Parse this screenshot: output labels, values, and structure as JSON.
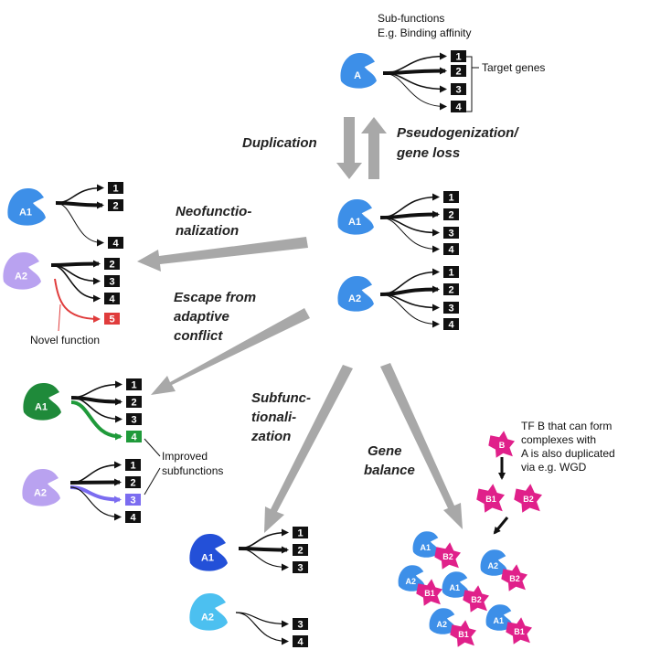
{
  "texts": {
    "subfunctions_line1": "Sub-functions",
    "subfunctions_line2": "E.g. Binding affinity",
    "target_genes": "Target genes",
    "duplication": "Duplication",
    "pseudo_line1": "Pseudogenization/",
    "pseudo_line2": "gene loss",
    "neo_line1": "Neofunctio-",
    "neo_line2": "nalization",
    "escape_line1": "Escape from",
    "escape_line2": "adaptive",
    "escape_line3": "conflict",
    "novel_function": "Novel function",
    "improved_line1": "Improved",
    "improved_line2": "subfunctions",
    "subfunc_line1": "Subfunc-",
    "subfunc_line2": "tionali-",
    "subfunc_line3": "zation",
    "balance_line1": "Gene",
    "balance_line2": "balance",
    "tfb_line1": "TF B that can form",
    "tfb_line2": "complexes with",
    "tfb_line3": "A is also duplicated",
    "tfb_line4": "via e.g. WGD"
  },
  "tf_labels": {
    "A": "A",
    "A1": "A1",
    "A2": "A2",
    "B": "B",
    "B1": "B1",
    "B2": "B2"
  },
  "gene_labels": {
    "g1": "1",
    "g2": "2",
    "g3": "3",
    "g4": "4",
    "g5": "5"
  },
  "colors": {
    "tf_blue": "#3d8fe8",
    "tf_lavender": "#b9a2f0",
    "tf_green": "#1f8a3a",
    "tf_dark_blue": "#2350d8",
    "tf_light_blue": "#4cc0f0",
    "tf_magenta": "#e0208a",
    "gene_box": "#111111",
    "novel_red": "#e03c3c",
    "improved_green": "#1f9a3a",
    "improved_blue": "#7b6cf0",
    "arrow_gray": "#a8a8a8"
  }
}
